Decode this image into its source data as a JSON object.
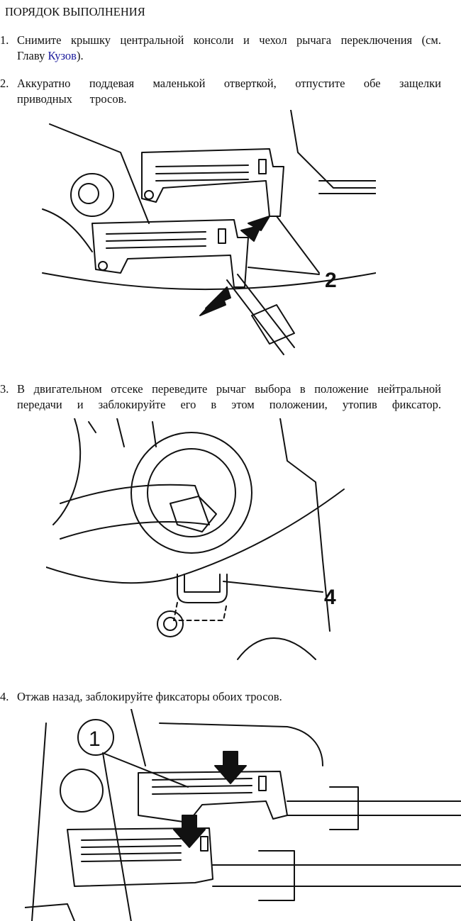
{
  "title": "ПОРЯДОК ВЫПОЛНЕНИЯ",
  "steps": [
    {
      "num": "1.",
      "line1": "Снимите крышку центральной консоли и чехол рычага переключения (см.",
      "line2_pre": "Главу ",
      "link": "Кузов",
      "line2_post": ")."
    },
    {
      "num": "2.",
      "line1": "Аккуратно поддевая маленькой отверткой, отпустите обе защелки",
      "line2": "приводных      тросов."
    },
    {
      "num": "3.",
      "line1": "В двигательном отсеке переведите рычаг выбора в положение нейтральной",
      "line2": "передачи и заблокируйте его в этом положении, утопив фиксатор."
    },
    {
      "num": "4.",
      "line1": "Отжав назад, заблокируйте фиксаторы обоих тросов."
    }
  ],
  "figures": [
    {
      "callout": "2"
    },
    {
      "callout": "4"
    },
    {
      "callout": "1"
    }
  ]
}
